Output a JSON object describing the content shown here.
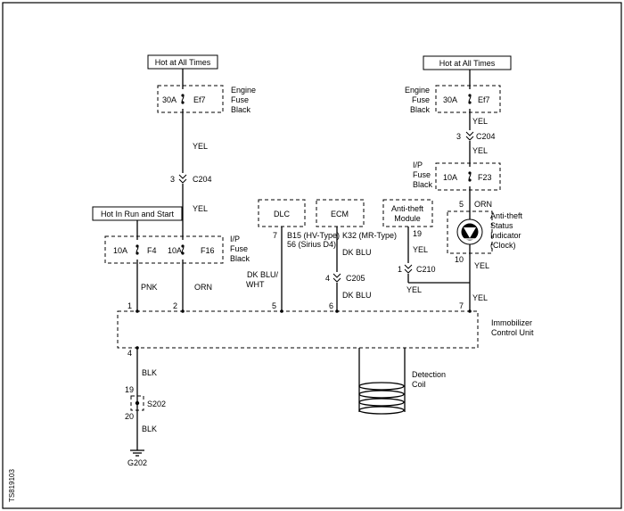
{
  "power_sources": {
    "left": "Hot at All Times",
    "right": "Hot at All Times",
    "run_start": "Hot In Run and Start"
  },
  "fuses": {
    "ef7_left": {
      "rating": "30A",
      "id": "Ef7"
    },
    "ef7_right": {
      "rating": "30A",
      "id": "Ef7"
    },
    "f23": {
      "rating": "10A",
      "id": "F23"
    },
    "f4": {
      "rating": "10A",
      "id": "F4"
    },
    "f16": {
      "rating": "10A",
      "id": "F16"
    }
  },
  "fuse_blocks": {
    "engine_left": [
      "Engine",
      "Fuse",
      "Black"
    ],
    "engine_right": [
      "Engine",
      "Fuse",
      "Black"
    ],
    "ip_right": [
      "I/P",
      "Fuse",
      "Black"
    ],
    "ip_left": [
      "I/P",
      "Fuse",
      "Black"
    ]
  },
  "wire_colors": {
    "yel_1": "YEL",
    "yel_2": "YEL",
    "yel_3": "YEL",
    "yel_4": "YEL",
    "yel_5": "YEL",
    "yel_6": "YEL",
    "yel_7": "YEL",
    "yel_8": "YEL",
    "orn_1": "ORN",
    "orn_2": "ORN",
    "pnk": "PNK",
    "dk_blu_wht_1": "DK BLU/",
    "dk_blu_wht_2": "WHT",
    "dk_blu_1": "DK BLU",
    "dk_blu_2": "DK BLU",
    "blk_1": "BLK",
    "blk_2": "BLK"
  },
  "connectors": {
    "c204_left": {
      "pin": "3",
      "id": "C204"
    },
    "c204_right": {
      "pin": "3",
      "id": "C204"
    },
    "c205": {
      "pin": "4",
      "id": "C205"
    },
    "c210": {
      "pin": "1",
      "id": "C210"
    }
  },
  "components": {
    "dlc": "DLC",
    "ecm": "ECM",
    "antitheft_module": [
      "Anti-theft",
      "Module"
    ],
    "indicator": [
      "Anti-theft",
      "Status",
      "Indicator",
      "(Clock)"
    ],
    "icu": [
      "Immobilizer",
      "Control Unit"
    ],
    "coil": [
      "Detection",
      "Coil"
    ],
    "splice": "S202",
    "ground": "G202"
  },
  "pins": {
    "icu_1": "1",
    "icu_2": "2",
    "icu_5": "5",
    "icu_6": "6",
    "icu_7": "7",
    "icu_4": "4",
    "dlc": "7",
    "ecm": "K32 (MR-Type)",
    "dlc_b15": "B15 (HV-Type)",
    "dlc_56": "56 (Sirius D4)",
    "module": "19",
    "indicator_in": "5",
    "indicator_out": "10",
    "s202_in": "19",
    "s202_out": "20"
  },
  "figure_code": "TS819103"
}
